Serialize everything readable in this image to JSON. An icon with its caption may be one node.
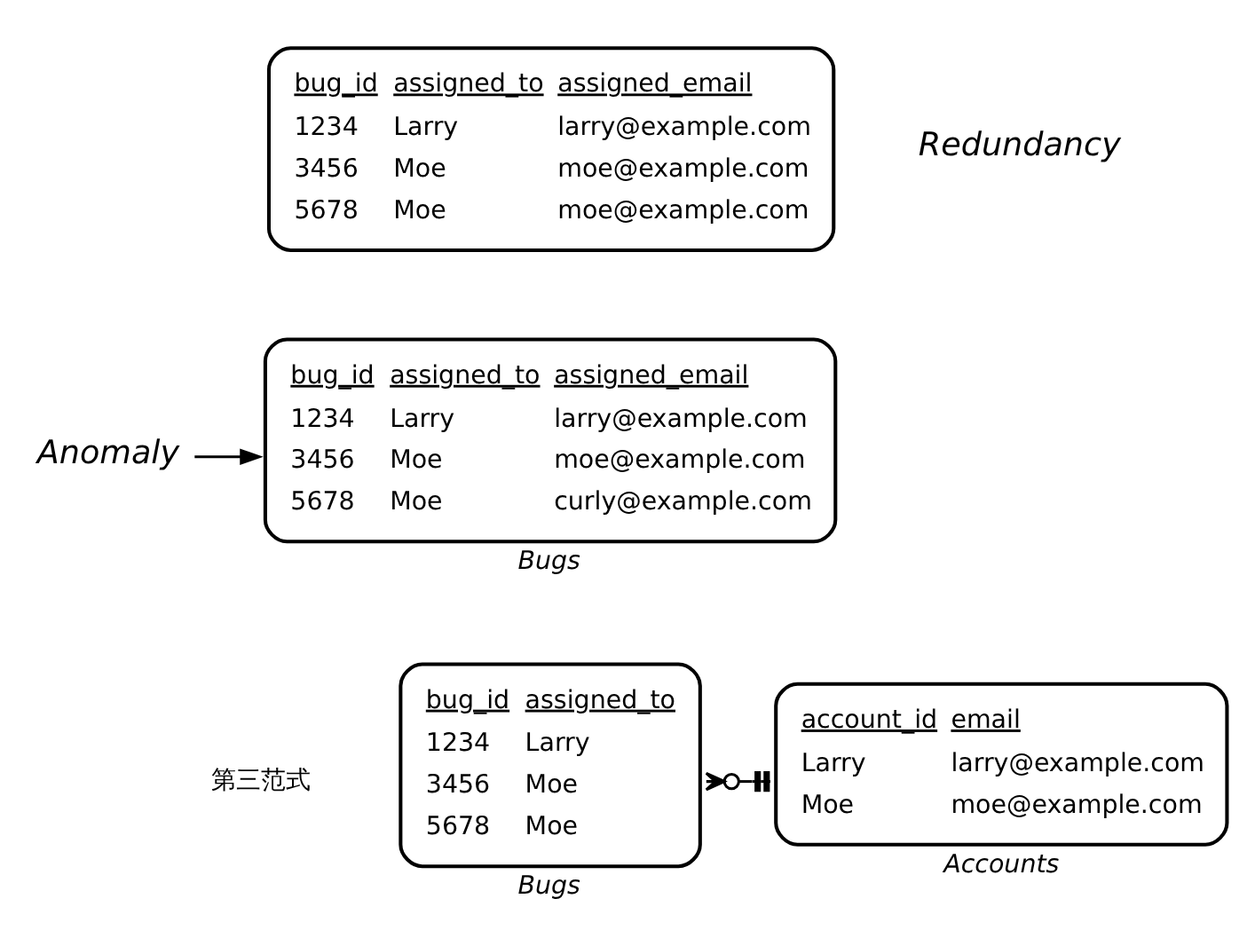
{
  "diagram": {
    "nodes": [
      {
        "text": [
          "bug_id",
          "assigned_to",
          "assigned_email",
          "1234",
          "Larry",
          "larry@example.com",
          "3456",
          "Moe",
          "moe@example.com",
          "5678",
          "Moe",
          "moe@example.com"
        ]
      },
      {
        "text": [
          "bug_id",
          "assigned_to",
          "assigned_email",
          "1234",
          "Larry",
          "larry@example.com",
          "3456",
          "Moe",
          "moe@example.com",
          "5678",
          "Moe",
          "curly@example.com"
        ],
        "beside": [
          "Bugs"
        ]
      },
      {
        "text": [
          "bug_id",
          "assigned_to",
          "1234",
          "Larry",
          "3456",
          "Moe",
          "5678",
          "Moe"
        ],
        "beside": [
          "Bugs"
        ]
      },
      {
        "text": [
          "account_id",
          "email",
          "Larry",
          "larry@example.com",
          "Moe",
          "moe@example.com"
        ],
        "beside": [
          "Accounts"
        ]
      },
      {
        "text": [
          "Anomaly"
        ]
      }
    ],
    "edges": [
      {
        "from": 4,
        "to": 1,
        "arrow": "to"
      },
      {
        "from": 2,
        "to": 3,
        "arrow": "other"
      }
    ],
    "labels": [
      "Redundancy",
      "第三范式"
    ]
  }
}
